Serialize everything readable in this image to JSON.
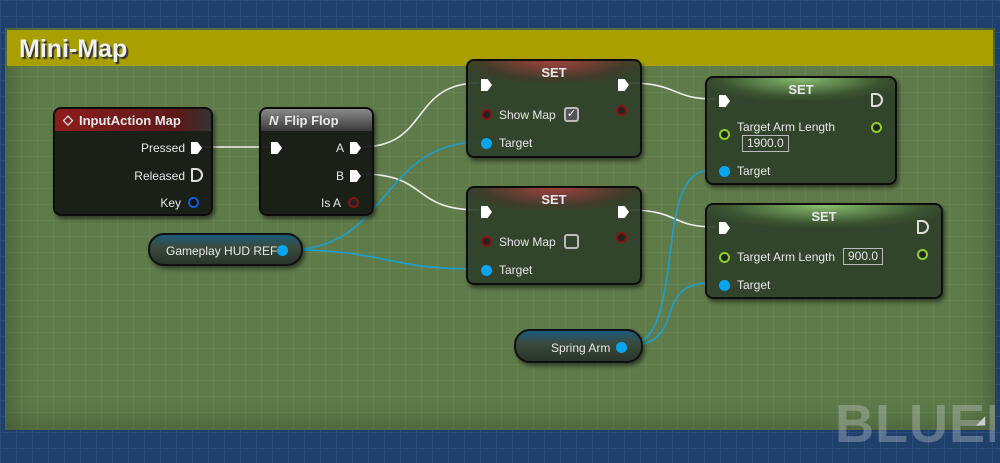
{
  "comment": {
    "title": "Mini-Map",
    "color": "#a99f00"
  },
  "watermark": "BLUEPRINT",
  "nodes": {
    "input_action": {
      "title": "InputAction Map",
      "pins": [
        "Pressed",
        "Released",
        "Key"
      ],
      "icon": "input-action-diamond-icon"
    },
    "flip_flop": {
      "title": "Flip Flop",
      "icon": "flip-flop-icon",
      "icon_glyph": "N",
      "pins": [
        "A",
        "B",
        "Is A"
      ]
    },
    "hud_ref": {
      "label": "Gameplay HUD REF"
    },
    "spring_arm": {
      "label": "Spring Arm"
    },
    "set1": {
      "title": "SET",
      "var": "Show Map",
      "checked": true,
      "check_glyph": "✓",
      "target": "Target"
    },
    "set2": {
      "title": "SET",
      "var": "Show Map",
      "checked": false,
      "target": "Target"
    },
    "set3": {
      "title": "SET",
      "var": "Target Arm Length",
      "value": "1900.0",
      "target": "Target"
    },
    "set4": {
      "title": "SET",
      "var": "Target Arm Length",
      "value": "900.0",
      "target": "Target"
    }
  },
  "colors": {
    "exec": "#ffffff",
    "object": "#09a6f0",
    "bool": "#8a1111",
    "float": "#8ed02a"
  }
}
